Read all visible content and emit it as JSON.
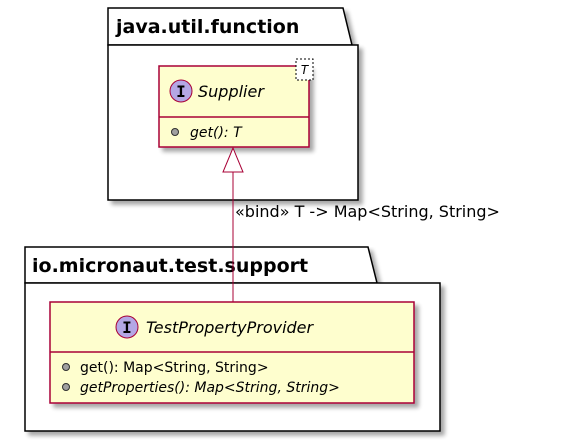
{
  "packages": [
    {
      "name": "java.util.function"
    },
    {
      "name": "io.micronaut.test.support"
    }
  ],
  "interfaces": [
    {
      "stereotype_letter": "I",
      "name": "Supplier",
      "generic": "T",
      "members": [
        {
          "text": "get(): T",
          "abstract": true
        }
      ]
    },
    {
      "stereotype_letter": "I",
      "name": "TestPropertyProvider",
      "members": [
        {
          "text": "get(): Map<String, String>",
          "abstract": false
        },
        {
          "text": "getProperties(): Map<String, String>",
          "abstract": true
        }
      ]
    }
  ],
  "relation": {
    "label": "«bind» T -> Map<String, String>"
  },
  "colors": {
    "class_fill": "#fefece",
    "class_border": "#a80036",
    "interface_circle": "#b4a7e5",
    "package_border": "#000000",
    "shadow": "#c8c8c8"
  }
}
